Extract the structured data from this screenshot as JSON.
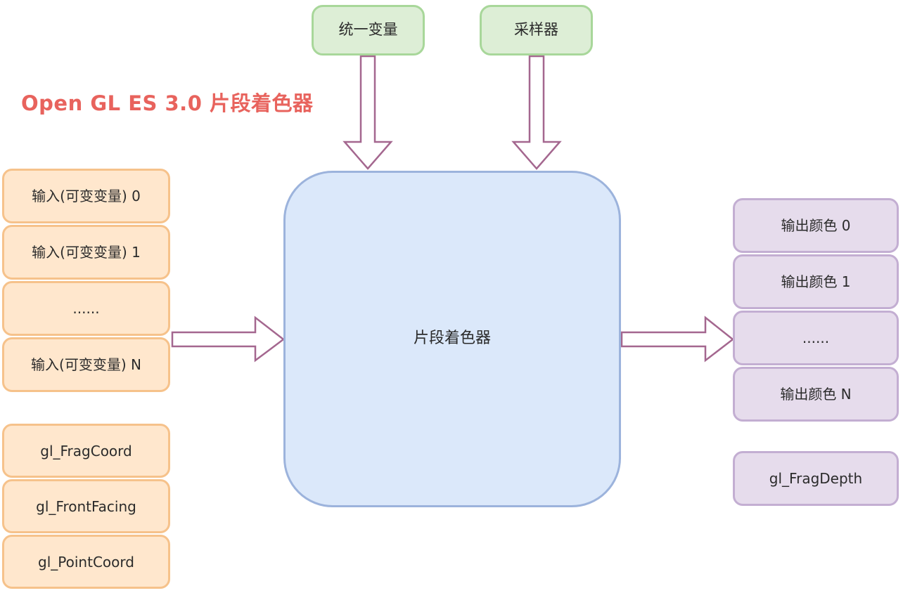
{
  "title": {
    "text": "Open GL ES 3.0 片段着色器",
    "color": "#e8635d"
  },
  "top_nodes": {
    "uniforms": "统一变量",
    "samplers": "采样器"
  },
  "center_node": {
    "label": "片段着色器"
  },
  "left_inputs": [
    "输入(可变变量) 0",
    "输入(可变变量) 1",
    "......",
    "输入(可变变量) N"
  ],
  "left_builtins": [
    "gl_FragCoord",
    "gl_FrontFacing",
    "gl_PointCoord"
  ],
  "right_outputs": [
    "输出颜色 0",
    "输出颜色 1",
    "......",
    "输出颜色 N"
  ],
  "right_builtin": "gl_FragDepth",
  "colors": {
    "green_fill": "#ddeed6",
    "green_border": "#a8d79a",
    "orange_fill": "#ffe7cd",
    "orange_border": "#f6c28b",
    "blue_fill": "#dbe8fa",
    "blue_border": "#9cb3dc",
    "purple_fill": "#e6dcec",
    "purple_border": "#c3aed2",
    "arrow_stroke": "#a4678f",
    "title_color": "#e8635d",
    "text_color": "#2b2b2b"
  }
}
